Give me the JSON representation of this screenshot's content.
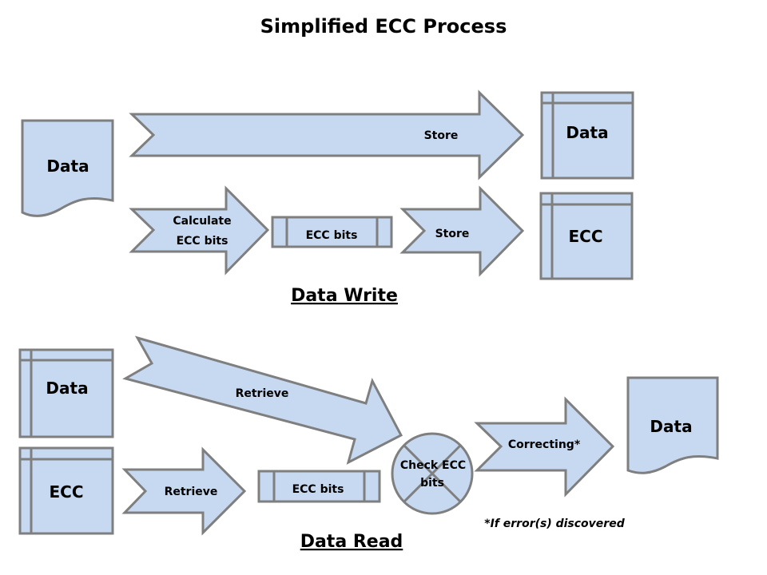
{
  "title": "Simplified ECC Process",
  "colors": {
    "fill": "#c6d9f1",
    "stroke": "#7f7f7f",
    "text": "#000000"
  },
  "write": {
    "section_label": "Data Write",
    "source_document": "Data",
    "store_arrow_top": "Store",
    "calculate_arrow": [
      "Calculate",
      "ECC bits"
    ],
    "ecc_bits_box": "ECC bits",
    "store_arrow_bottom": "Store",
    "storage_data": "Data",
    "storage_ecc": "ECC"
  },
  "read": {
    "section_label": "Data Read",
    "storage_data": "Data",
    "storage_ecc": "ECC",
    "retrieve_arrow_top": "Retrieve",
    "retrieve_arrow_bottom": "Retrieve",
    "ecc_bits_box": "ECC bits",
    "check_circle": [
      "Check ECC",
      "bits"
    ],
    "correcting_arrow": "Correcting*",
    "output_document": "Data",
    "footnote": "*If error(s) discovered"
  }
}
